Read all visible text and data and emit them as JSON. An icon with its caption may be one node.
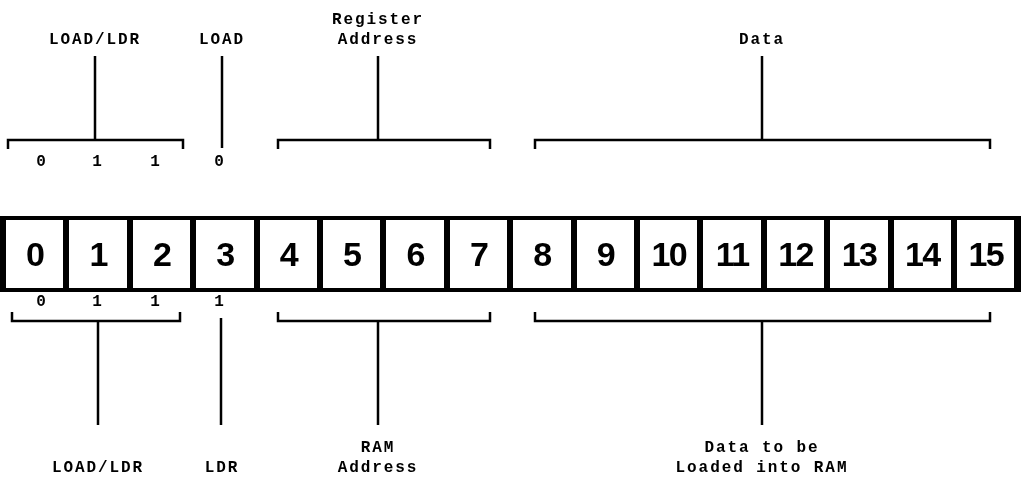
{
  "diagram": {
    "nodes": [
      {
        "text": [
          "0"
        ]
      },
      {
        "text": [
          "1"
        ]
      },
      {
        "text": [
          "2"
        ]
      },
      {
        "text": [
          "3"
        ]
      },
      {
        "text": [
          "4"
        ]
      },
      {
        "text": [
          "5"
        ]
      },
      {
        "text": [
          "6"
        ]
      },
      {
        "text": [
          "7"
        ]
      },
      {
        "text": [
          "8"
        ]
      },
      {
        "text": [
          "9"
        ]
      },
      {
        "text": [
          "10"
        ]
      },
      {
        "text": [
          "11"
        ]
      },
      {
        "text": [
          "12"
        ]
      },
      {
        "text": [
          "13"
        ]
      },
      {
        "text": [
          "14"
        ]
      },
      {
        "text": [
          "15"
        ]
      }
    ],
    "labels": [
      "LOAD/LDR",
      "LOAD",
      "Register Address",
      "Data",
      "0",
      "1",
      "1",
      "0",
      "0",
      "1",
      "1",
      "1",
      "LOAD/LDR",
      "LDR",
      "RAM Address",
      "Data to be Loaded into RAM"
    ]
  }
}
